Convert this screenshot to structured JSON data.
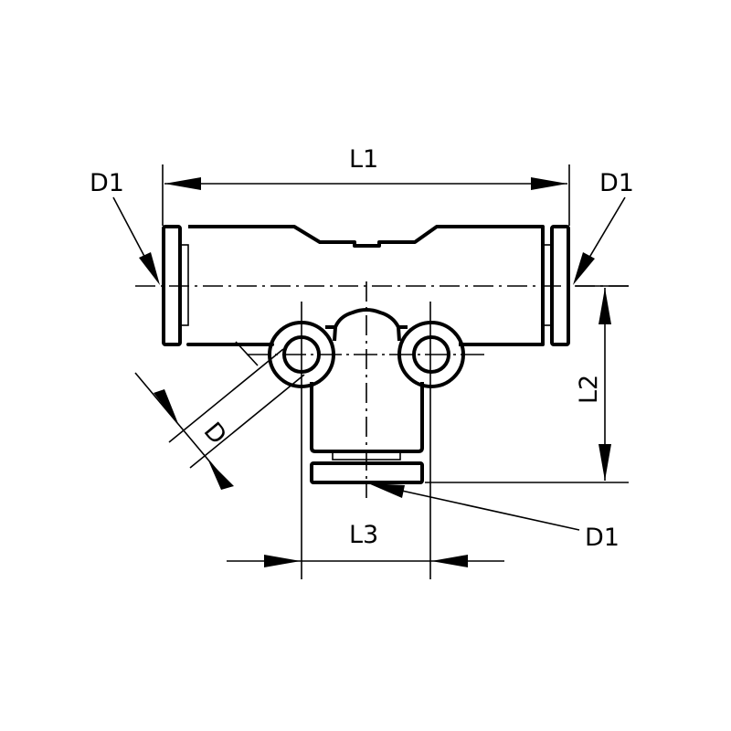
{
  "drawing": {
    "labels": {
      "l1": "L1",
      "l2": "L2",
      "l3": "L3",
      "d": "D",
      "d1_left": "D1",
      "d1_right": "D1",
      "d1_bottom": "D1"
    },
    "line_color": "#000000",
    "background": "#ffffff"
  }
}
